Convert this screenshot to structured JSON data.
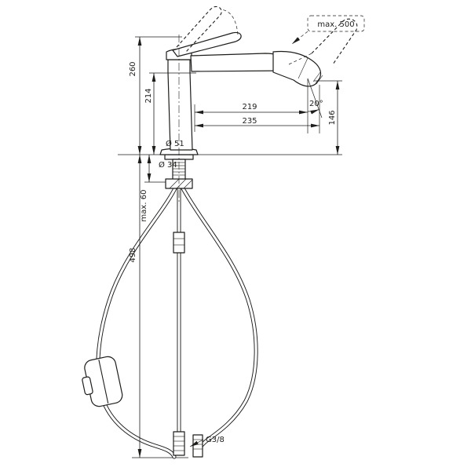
{
  "drawing": {
    "dims": {
      "overall_height": "260",
      "spout_height": "214",
      "max_pull_out": "max. 500",
      "spout_reach": "219",
      "total_reach": "235",
      "spray_angle": "20°",
      "outlet_height": "146",
      "base_diameter": "Ø 51",
      "shank_diameter": "Ø 34",
      "max_counter_thickness": "max. 60",
      "hose_length": "498",
      "thread_size": "G3/8"
    },
    "colors": {
      "line": "#1d1d1b",
      "background": "#ffffff"
    }
  }
}
